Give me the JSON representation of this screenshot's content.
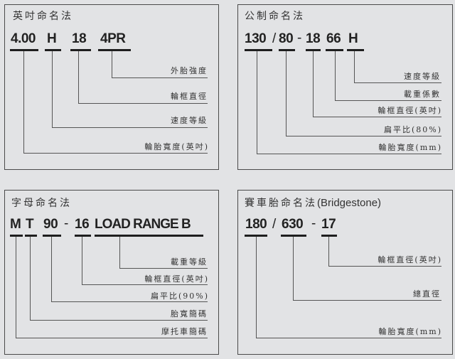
{
  "panels": {
    "inch": {
      "title": "英吋命名法",
      "codes": [
        "4.00",
        "H",
        "18",
        "4PR"
      ],
      "labels": [
        "外胎強度",
        "輪框直徑",
        "速度等級",
        "輪胎寬度(英吋)"
      ]
    },
    "metric": {
      "title": "公制命名法",
      "codes": [
        "130",
        "80",
        "18",
        "66",
        "H"
      ],
      "separators": [
        "/",
        "-"
      ],
      "labels": [
        "速度等級",
        "載重係數",
        "輪框直徑(英吋)",
        "扁平比(80%)",
        "輪胎寬度(mm)"
      ]
    },
    "letter": {
      "title": "字母命名法",
      "codes": [
        "M",
        "T",
        "90",
        "16",
        "LOAD RANGE B"
      ],
      "separators": [
        "-"
      ],
      "labels": [
        "載重等級",
        "輪框直徑(英吋)",
        "扁平比(90%)",
        "胎寬簡碼",
        "摩托車簡碼"
      ]
    },
    "racing": {
      "title": "賽車胎命名法",
      "title_suffix": "(Bridgestone)",
      "codes": [
        "180",
        "630",
        "17"
      ],
      "separators": [
        "/",
        "-"
      ],
      "labels": [
        "輪框直徑(英吋)",
        "總直徑",
        "輪胎寬度(mm)"
      ]
    }
  }
}
